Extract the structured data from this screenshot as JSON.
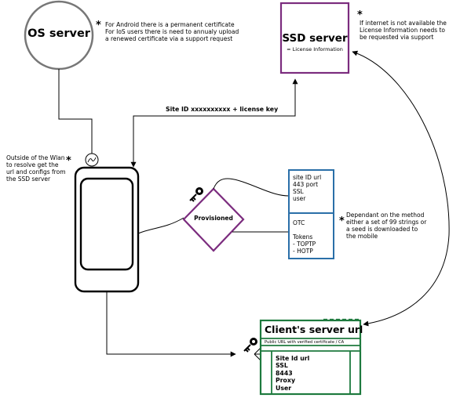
{
  "os_server": {
    "title": "OS server"
  },
  "os_note": {
    "asterisk": "*",
    "text": "For Android there is a permanent certificate\nFor IoS users there is need to annualy upload\na renewed certificate via a support request"
  },
  "ssd_server": {
    "title": "SSD server",
    "subtitle": "= License Information"
  },
  "ssd_note": {
    "asterisk": "*",
    "text": "If internet is not available the\nLicense Information needs to\nbe requested via support"
  },
  "edge_site_id": {
    "label": "Site ID xxxxxxxxxx + license key"
  },
  "wlan_note": {
    "asterisk": "*",
    "text": "Outside of the Wlan\nto resolve get the\nurl and configs from\nthe SSD server"
  },
  "provisioned": {
    "label": "Provisioned"
  },
  "site_box": {
    "top_text": "site ID url\n443 port\nSSL\nuser",
    "bottom_text": "OTC\n\nTokens\n- TOPTP\n- HOTP"
  },
  "method_note": {
    "asterisk": "*",
    "text": "Dependant on the method\neither a set of 99 strings or\na seed is downloaded to\nthe mobile"
  },
  "client_server": {
    "title": "Client's server url",
    "subtitle": "Public URL with verified certificate / CA",
    "items": "Site Id url\nSSL\n8443\nProxy\nUser"
  },
  "colors": {
    "purple": "#7b2c7e",
    "blue": "#2a6fa8",
    "green": "#1e7a3e",
    "gray": "#777777"
  }
}
